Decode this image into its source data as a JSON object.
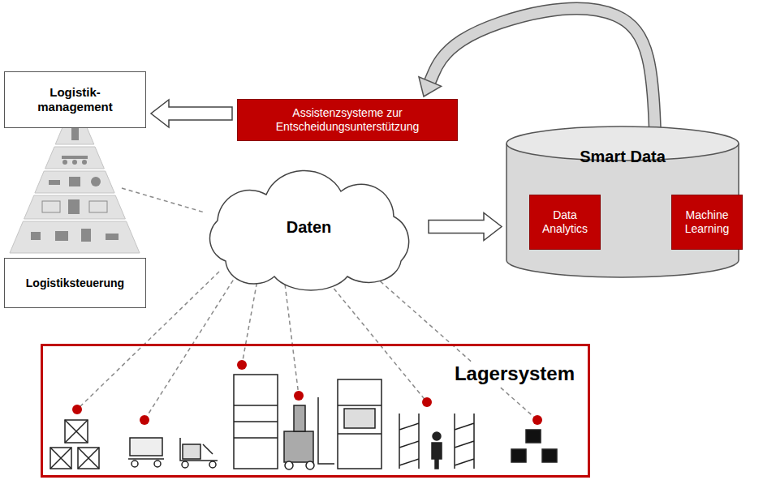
{
  "diagram": {
    "nodes": [
      {
        "text": [
          "Logistik- management"
        ]
      },
      {
        "text": [
          "Assistenzsysteme zur Entscheidungsunterstützung"
        ]
      },
      {
        "text": [
          "Smart Data"
        ]
      },
      {
        "text": [
          "Data Analytics"
        ],
        "in": 2
      },
      {
        "text": [
          "Machine Learning"
        ],
        "in": 2
      },
      {
        "text": [
          "Daten"
        ]
      },
      {
        "text": [
          "Logistiksteuerung"
        ]
      },
      {
        "text": [
          "Lagersystem"
        ]
      }
    ],
    "edges": [
      {
        "from": 1,
        "to": 0,
        "arrow": "to"
      },
      {
        "from": 5,
        "to": 2,
        "arrow": "to"
      },
      {
        "from": 3,
        "to": 4,
        "arrow": "both"
      },
      {
        "from": 2,
        "to": 1,
        "arrow": "to"
      }
    ]
  }
}
